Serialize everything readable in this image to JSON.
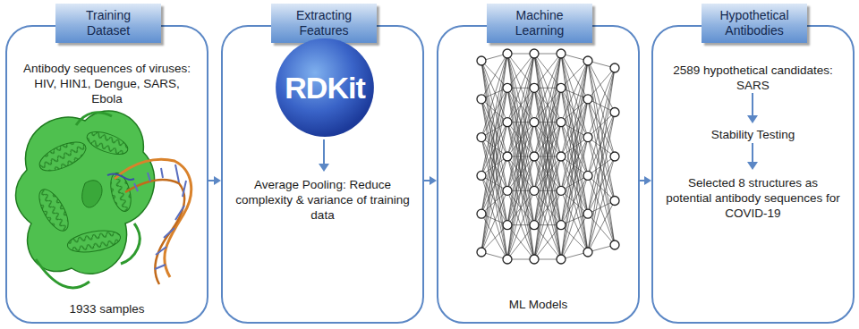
{
  "diagram": {
    "nodes": [
      {
        "text": [
          "Antibody sequences of viruses: HIV, HIN1, Dengue, SARS, Ebola",
          "1933 samples"
        ]
      },
      {
        "text": [
          "Training Dataset"
        ],
        "in": 0
      },
      {
        "text": [
          "Average Pooling: Reduce complexity & variance of training data"
        ]
      },
      {
        "text": [
          "Extracting Features"
        ],
        "in": 2
      },
      {
        "text": [
          "RDKit"
        ],
        "in": 2
      },
      {
        "text": [
          "ML Models"
        ]
      },
      {
        "text": [
          "Machine Learning"
        ],
        "in": 5
      },
      {
        "text": [
          "2589 hypothetical candidates: SARS",
          "Stability Testing",
          "Selected 8 structures as potential antibody sequences for COVID-19"
        ]
      },
      {
        "text": [
          "Hypothetical Antibodies"
        ],
        "in": 7
      }
    ],
    "edges": [
      {
        "from": 0,
        "to": 2,
        "arrow": "to"
      },
      {
        "from": 2,
        "to": 5,
        "arrow": "to"
      },
      {
        "from": 5,
        "to": 7,
        "arrow": "to"
      }
    ]
  }
}
